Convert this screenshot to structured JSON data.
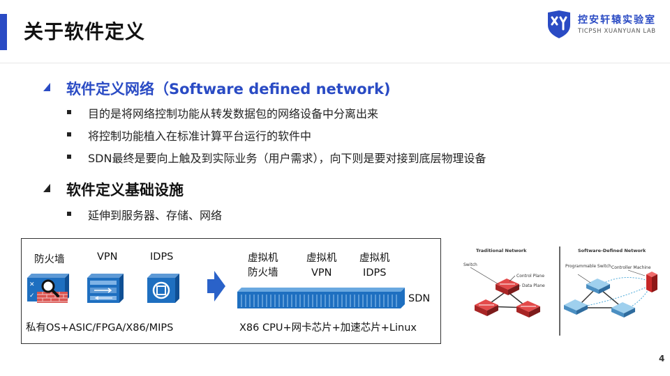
{
  "slide": {
    "title": "关于软件定义",
    "page_number": "4",
    "accent_color": "#2a4bc4"
  },
  "logo": {
    "name": "控安轩辕实验室",
    "subtitle": "TICPSH XUANYUAN LAB",
    "icon": "shield-xy-icon"
  },
  "sections": [
    {
      "heading": "软件定义网络（Software defined network)",
      "items": [
        "目的是将网络控制功能从转发数据包的网络设备中分离出来",
        "将控制功能植入在标准计算平台运行的软件中",
        "SDN最终是要向上触及到实际业务（用户需求），向下则是要对接到底层物理设备"
      ]
    },
    {
      "heading": "软件定义基础设施",
      "items": [
        "延伸到服务器、存储、网络"
      ]
    }
  ],
  "figure": {
    "left_labels": [
      "防火墙",
      "VPN",
      "IDPS"
    ],
    "left_caption": "私有OS+ASIC/FPGA/X86/MIPS",
    "vm_labels": [
      {
        "line1": "虚拟机",
        "line2": "防火墙"
      },
      {
        "line1": "虚拟机",
        "line2": "VPN"
      },
      {
        "line1": "虚拟机",
        "line2": "IDPS"
      }
    ],
    "sdn_label": "SDN",
    "right_caption": "X86 CPU+网卡芯片+加速芯片+Linux"
  },
  "network_diagram": {
    "traditional_title": "Traditional Network",
    "sdn_title": "Software-Defined Network",
    "labels": {
      "switch": "Switch",
      "control_plane": "Control Plane",
      "data_plane": "Data Plane",
      "programmable_switch": "Programmable Switch",
      "controller_machine": "Controller Machine"
    }
  }
}
